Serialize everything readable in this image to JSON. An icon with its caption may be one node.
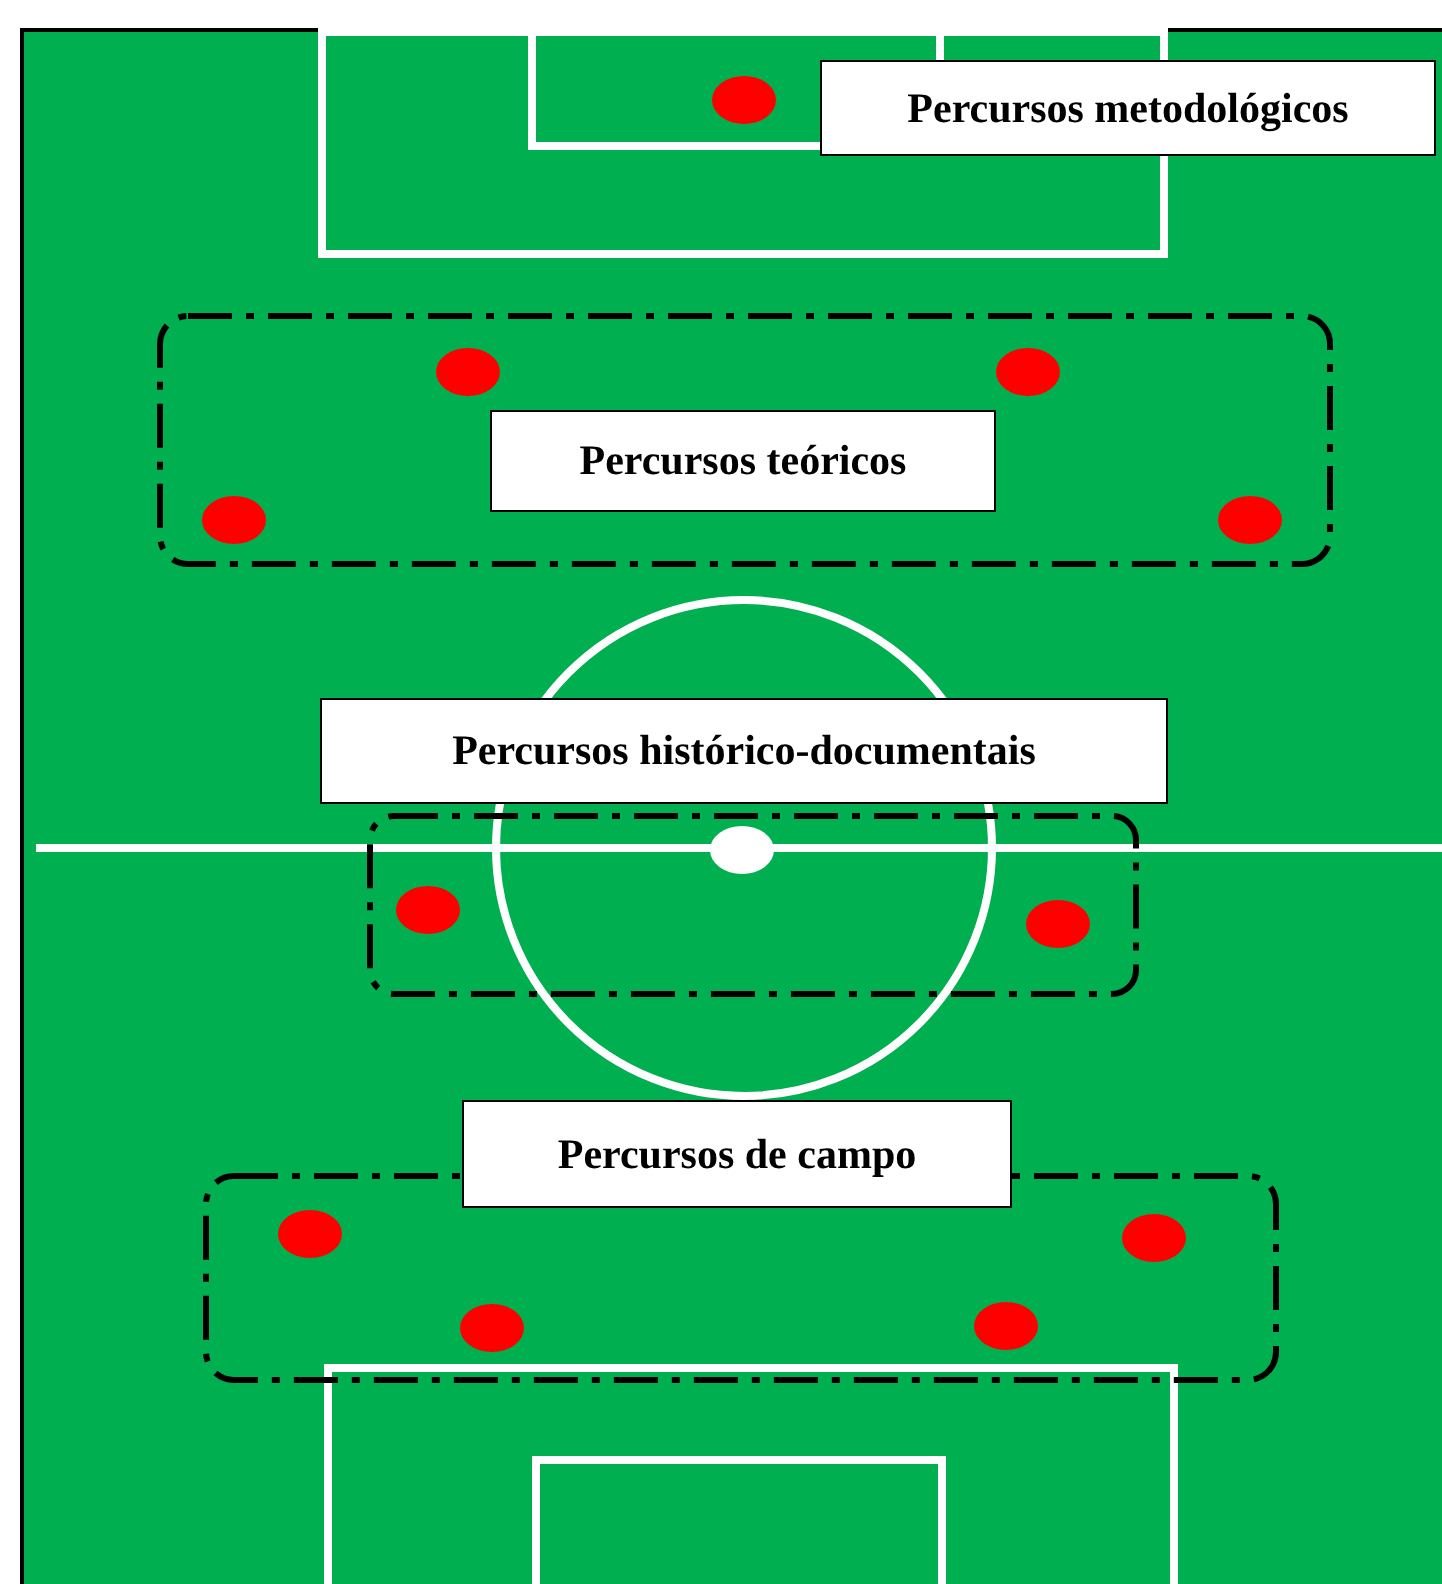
{
  "diagram": {
    "nodes": [
      {
        "text": [
          "Percursos metodológicos"
        ]
      },
      {
        "text": [
          "Percursos teóricos"
        ]
      },
      {
        "text": [
          "Percursos histórico-documentais"
        ]
      },
      {
        "text": [
          "Percursos de campo"
        ]
      }
    ]
  }
}
